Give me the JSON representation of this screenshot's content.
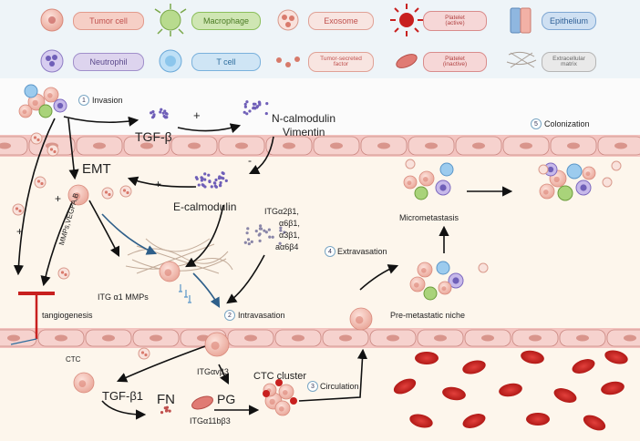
{
  "legend": [
    {
      "label": "Tumor cell",
      "fill": "#f6cfc6",
      "border": "#e29a8c",
      "text": "#c0504d",
      "two_line": false
    },
    {
      "label": "Macrophage",
      "fill": "#cfe6b3",
      "border": "#8cbf5c",
      "text": "#4a7a23",
      "two_line": false
    },
    {
      "label": "Exosome",
      "fill": "#f8e5e1",
      "border": "#e0a196",
      "text": "#c0504d",
      "two_line": false
    },
    {
      "label": "Platelet\n(active)",
      "fill": "#f6d7d7",
      "border": "#d98c8c",
      "text": "#b04040",
      "two_line": true
    },
    {
      "label": "Epithelium",
      "fill": "#cfe0f2",
      "border": "#7fa7d3",
      "text": "#2e5f96",
      "two_line": false
    },
    {
      "label": "Neutrophil",
      "fill": "#ddd4ee",
      "border": "#a08fca",
      "text": "#5b4a8c",
      "two_line": false
    },
    {
      "label": "T cell",
      "fill": "#cfe5f5",
      "border": "#7ab1dc",
      "text": "#2e6e9e",
      "two_line": false
    },
    {
      "label": "Tumor-secreted\nfactor",
      "fill": "#f8e5e1",
      "border": "#e0a196",
      "text": "#c0504d",
      "two_line": true
    },
    {
      "label": "Platelet\n(inactive)",
      "fill": "#f6d7d7",
      "border": "#d98c8c",
      "text": "#b04040",
      "two_line": true
    },
    {
      "label": "Extracellular\nmatrix",
      "fill": "#e9e9e9",
      "border": "#b5b5b5",
      "text": "#666666",
      "two_line": true
    }
  ],
  "steps": [
    {
      "num": "1",
      "label": "Invasion"
    },
    {
      "num": "2",
      "label": "Intravasation"
    },
    {
      "num": "3",
      "label": "Circulation"
    },
    {
      "num": "4",
      "label": "Extravasation"
    },
    {
      "num": "5",
      "label": "Colonization"
    }
  ],
  "labels": {
    "tgfb": "TGF-β",
    "ncalmodulin": "N-calmodulin",
    "vimentin": "Vimentin",
    "emt": "EMT",
    "ecalmodulin": "E-calmodulin",
    "integrins": [
      "ITGα2β1,",
      "α6β1,",
      "α3β1,",
      "aα6β4"
    ],
    "itg_mmps": "ITG α1 MMPs",
    "mmps_vegf": "MMPs,VEGFA,B",
    "angiogenesis": "tangiogenesis",
    "micrometastasis": "Micrometastasis",
    "premetastatic": "Pre-metastatic niche",
    "ctc": "CTC",
    "tgfb1": "TGF-β1",
    "fn": "FN",
    "pg": "PG",
    "itgavb3": "ITGαvβ3",
    "ctc_cluster": "CTC cluster",
    "itga11b3": "ITGα11bβ3",
    "plus": "+",
    "minus": "-"
  },
  "colors": {
    "legend_bg": "#eef4f8",
    "vessel_wall": "#f3c4c0",
    "cell_outline": "#c98780",
    "tissue": "#fdf6ec",
    "lumen": "#fdf6ec",
    "rbc": "#c8201f",
    "arrow": "#111111",
    "arrow_blue": "#2e5f8a",
    "dot": "#6f5fb8"
  }
}
